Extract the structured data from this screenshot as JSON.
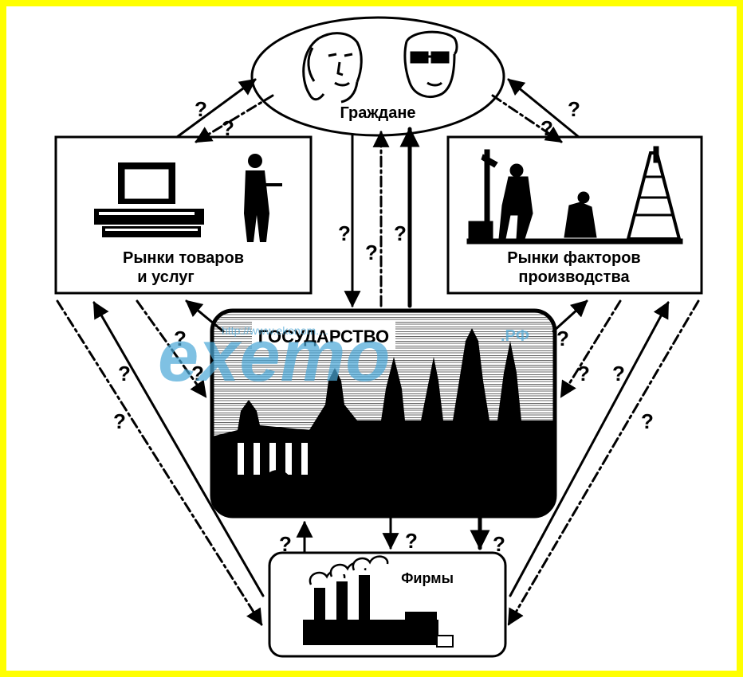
{
  "nodes": {
    "citizens": {
      "label": "Граждане"
    },
    "goods_market": {
      "label_line1": "Рынки товаров",
      "label_line2": "и услуг"
    },
    "factor_market": {
      "label_line1": "Рынки факторов",
      "label_line2": "производства"
    },
    "state": {
      "label": "ГОСУДАРСТВО"
    },
    "firms": {
      "label": "Фирмы"
    }
  },
  "question_mark": "?",
  "watermark": {
    "url": "http://www.ekonom....",
    "text": "exemo",
    "suffix": ".PФ"
  },
  "colors": {
    "frame": "#ffff00",
    "outer_border": "#000000",
    "background": "#ffffff",
    "ink": "#000000",
    "watermark": "#4aa8d8"
  }
}
